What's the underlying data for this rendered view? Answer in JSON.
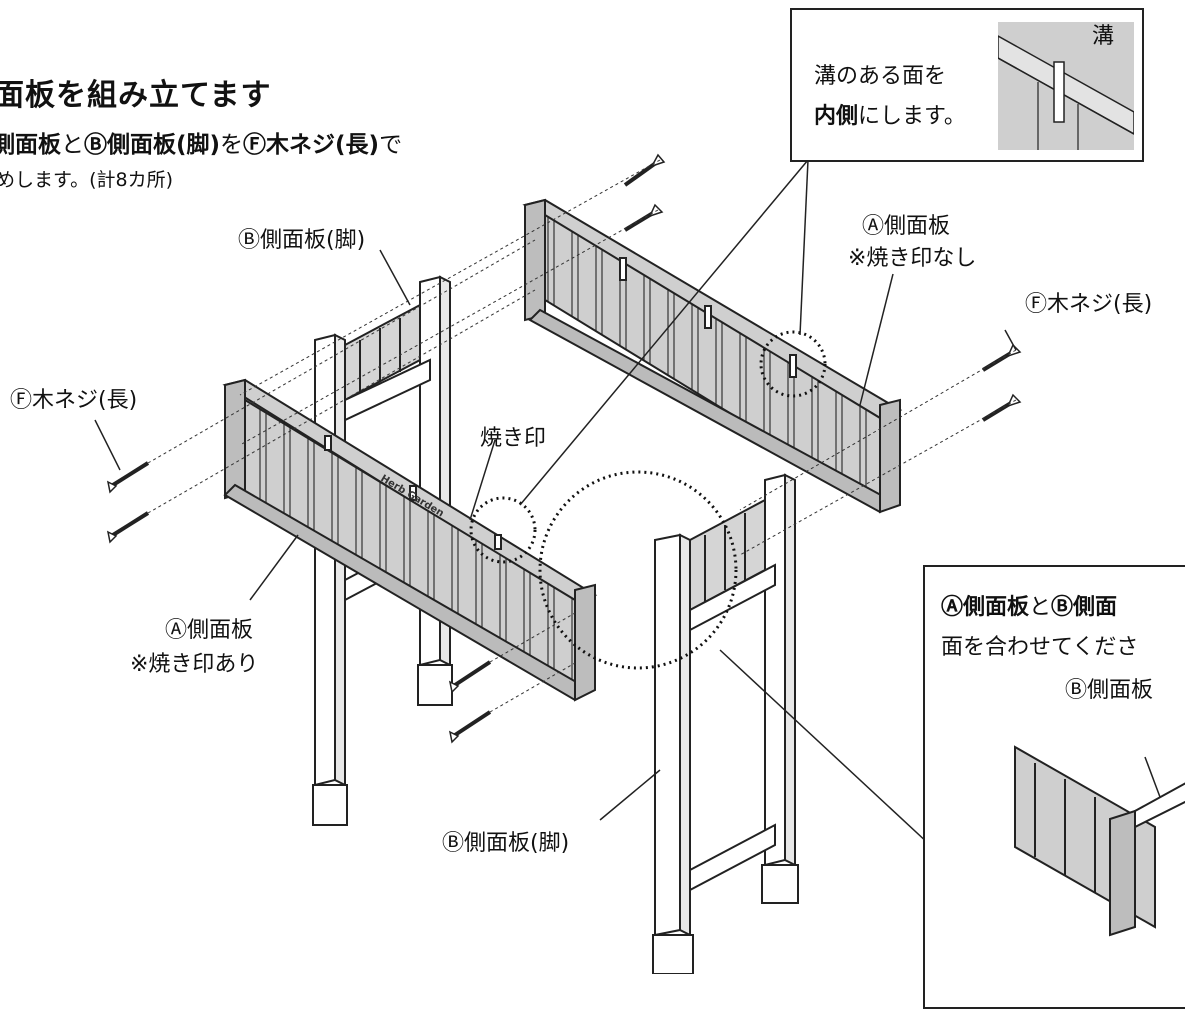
{
  "step": {
    "heading": "面板を組み立てます",
    "line1": {
      "part_a": "側面板",
      "mid": "と",
      "part_b": "Ⓑ側面板(脚)",
      "mid2": "を",
      "part_f": "Ⓕ木ネジ(長)",
      "end": "で"
    },
    "line2": "めします。(計8カ所)"
  },
  "callout_top": {
    "line1": "溝のある面を",
    "line2_bold": "内側",
    "line2_rest": "にします。",
    "groove_label": "溝"
  },
  "callout_bottom": {
    "line1_a": "Ⓐ側面板",
    "line1_mid": "と",
    "line1_b": "Ⓑ側面",
    "line2": "面を合わせてくださ",
    "part_label": "Ⓑ側面板"
  },
  "labels": {
    "b_leg_top": "Ⓑ側面板(脚)",
    "a_panel_right": "Ⓐ側面板",
    "a_panel_right_note": "※焼き印なし",
    "f_screw_right": "Ⓕ木ネジ(長)",
    "f_screw_left": "Ⓕ木ネジ(長)",
    "brand_mark": "焼き印",
    "a_panel_left": "Ⓐ側面板",
    "a_panel_left_note": "※焼き印あり",
    "b_leg_bottom": "Ⓑ側面板(脚)",
    "logo_text": "Herb Garden"
  },
  "colors": {
    "panel_gray": "#c8c8c8",
    "panel_dark": "#9a9a9a",
    "line": "#222222",
    "wood_light": "#ffffff"
  }
}
